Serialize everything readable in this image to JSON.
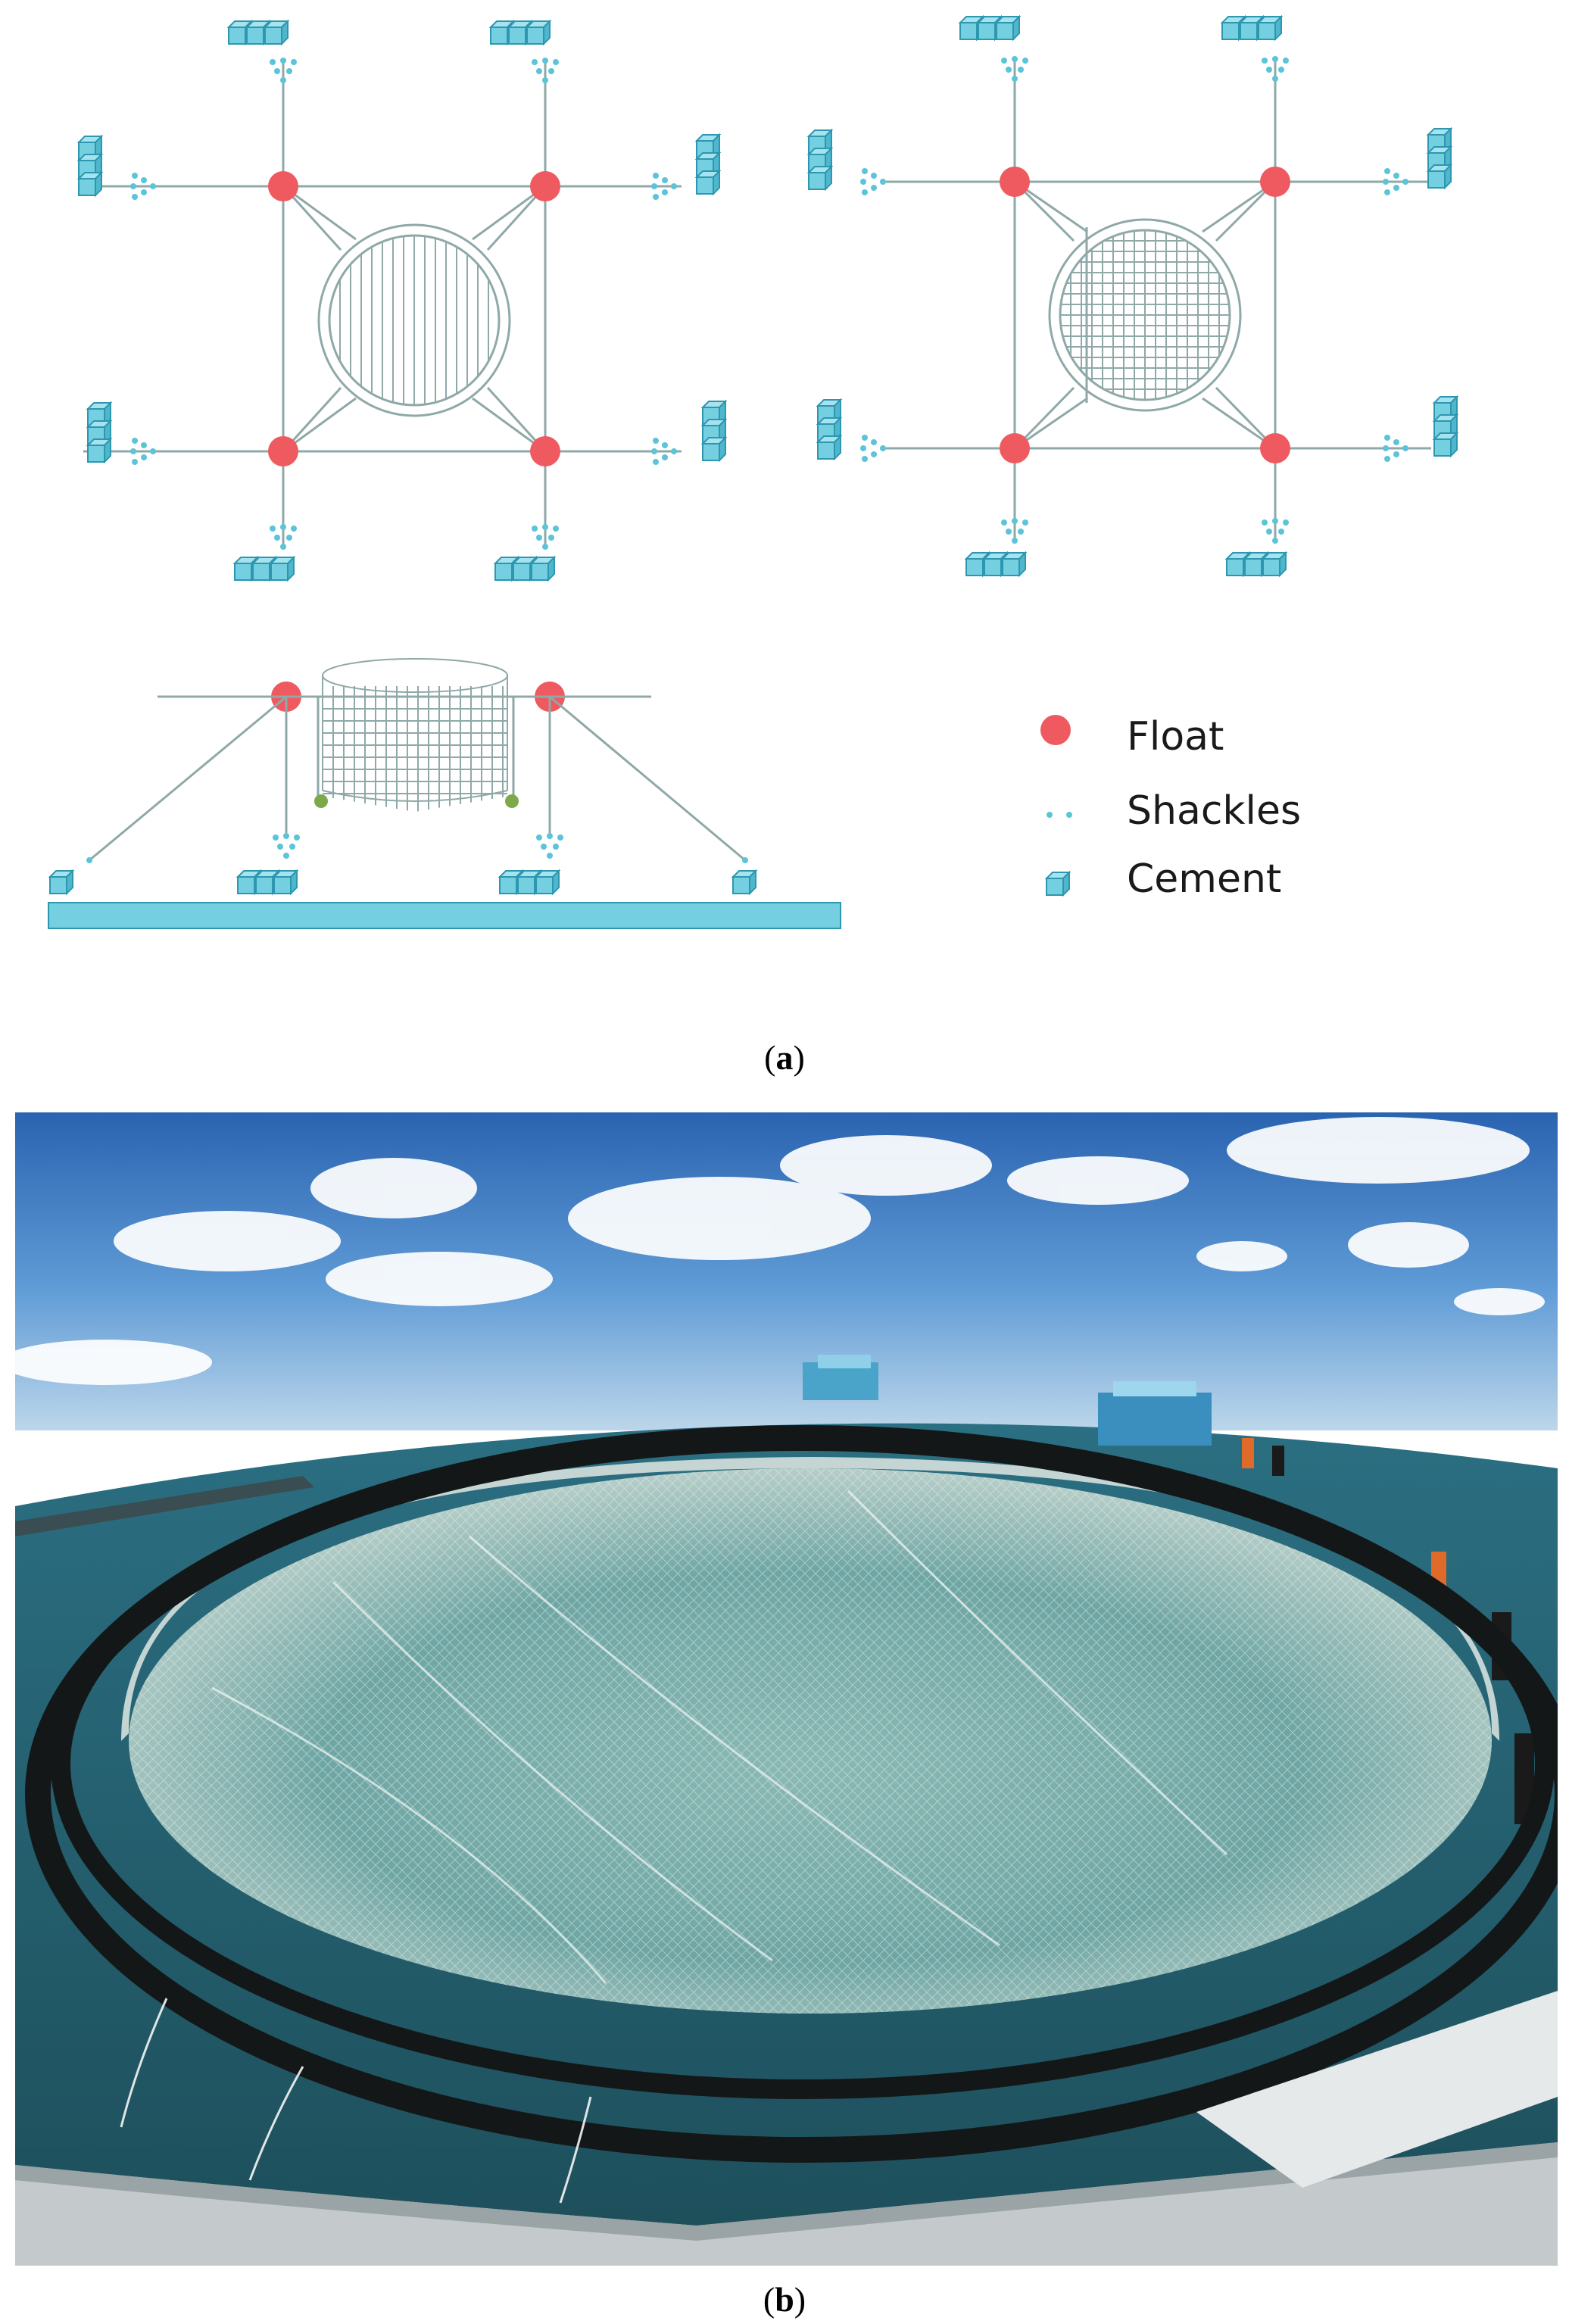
{
  "legend": {
    "float": "Float",
    "shackles": "Shackles",
    "cement": "Cement"
  },
  "captions": {
    "a": "a",
    "b": "b"
  },
  "colors": {
    "float": "#ee5a5f",
    "shackle": "#5bc4d9",
    "cement_face": "#74cfe0",
    "cement_edge": "#2d97b0",
    "line": "#8fa8a8",
    "ballast": "#7da94a",
    "seabed": "#74cfe0"
  }
}
